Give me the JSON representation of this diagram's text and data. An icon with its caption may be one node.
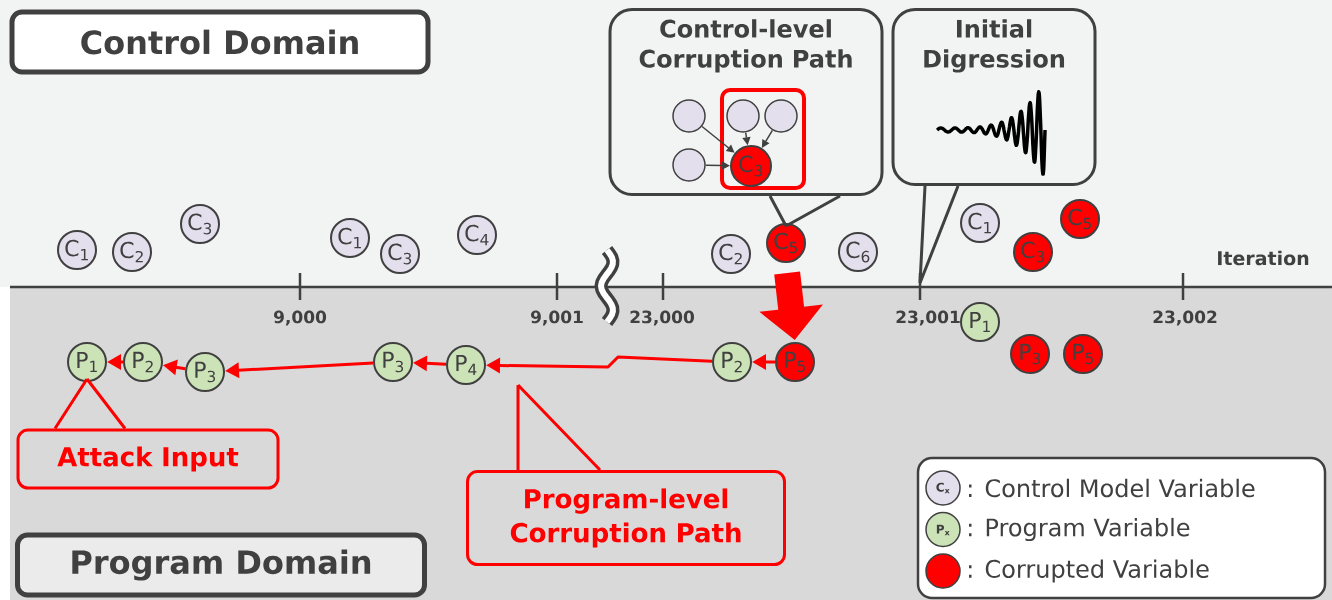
{
  "diagram": {
    "nodes": [
      {
        "text": [
          "Control Domain"
        ]
      },
      {
        "text": [
          "Control-level Corruption Path"
        ]
      },
      {
        "text": [],
        "shape": "box",
        "in": 1
      },
      {
        "text": [],
        "shape": "circle",
        "in": 1
      },
      {
        "text": [],
        "shape": "circle",
        "in": 2
      },
      {
        "text": [],
        "shape": "circle",
        "in": 2
      },
      {
        "text": [],
        "shape": "circle",
        "in": 1
      },
      {
        "text": [
          "C$_{3}$"
        ],
        "in": 2
      },
      {
        "text": [
          "Initial Digression"
        ]
      },
      {
        "text": [
          "C$_{1}$"
        ]
      },
      {
        "text": [
          "C$_{2}$"
        ]
      },
      {
        "text": [
          "C$_{3}$"
        ]
      },
      {
        "text": [
          "C$_{1}$"
        ]
      },
      {
        "text": [
          "C$_{3}$"
        ]
      },
      {
        "text": [
          "C$_{4}$"
        ]
      },
      {
        "text": [
          "C$_{2}$"
        ]
      },
      {
        "text": [
          "C$_{5}$"
        ]
      },
      {
        "text": [
          "C$_{6}$"
        ]
      },
      {
        "text": [
          "C$_{1}$"
        ]
      },
      {
        "text": [
          "C$_{3}$"
        ]
      },
      {
        "text": [
          "C$_{5}$"
        ]
      },
      {
        "text": [
          "P$_{1}$"
        ]
      },
      {
        "text": [
          "P$_{2}$"
        ]
      },
      {
        "text": [
          "P$_{3}$"
        ]
      },
      {
        "text": [
          "P$_{3}$"
        ]
      },
      {
        "text": [
          "P$_{4}$"
        ]
      },
      {
        "text": [
          "P$_{2}$"
        ]
      },
      {
        "text": [
          "P$_{5}$"
        ]
      },
      {
        "text": [
          "P$_{1}$"
        ]
      },
      {
        "text": [
          "P$_{3}$"
        ]
      },
      {
        "text": [
          "P$_{5}$"
        ]
      },
      {
        "text": [
          "Attack Input"
        ]
      },
      {
        "text": [
          "Program-level Corruption Path"
        ]
      },
      {
        "text": [
          "Program Domain"
        ]
      }
    ],
    "edges": [
      {
        "from": 3,
        "to": 7,
        "arrow": "to",
        "color": "#404040"
      },
      {
        "from": 4,
        "to": 7,
        "arrow": "to",
        "color": "#404040"
      },
      {
        "from": 5,
        "to": 7,
        "arrow": "to",
        "color": "#404040"
      },
      {
        "from": 6,
        "to": 7,
        "arrow": "to",
        "color": "#404040"
      },
      {
        "from": 1,
        "to": 16,
        "arrow": "none",
        "color": "#404040"
      },
      {
        "from": 8,
        "to": null,
        "arrow": "none",
        "color": "#404040"
      },
      {
        "from": 16,
        "to": 27,
        "arrow": "to",
        "style": "thick"
      },
      {
        "from": 27,
        "to": 26,
        "arrow": "to"
      },
      {
        "from": 26,
        "to": 25,
        "arrow": "to"
      },
      {
        "from": 25,
        "to": 24,
        "arrow": "to"
      },
      {
        "from": 24,
        "to": 23,
        "arrow": "to"
      },
      {
        "from": 23,
        "to": 22,
        "arrow": "to"
      },
      {
        "from": 22,
        "to": 21,
        "arrow": "to"
      },
      {
        "from": 31,
        "to": 21,
        "arrow": "none"
      },
      {
        "from": 32,
        "to": null,
        "arrow": "none"
      }
    ],
    "labels": [
      "Iteration",
      "9,000",
      "9,001",
      "23,000",
      "23,001",
      "23,002",
      "C$_{x}$",
      "P$_{x}$"
    ],
    "legend": [
      {
        "text": ": Control Model Variable",
        "color": "#e3dfed"
      },
      {
        "text": ": Program Variable",
        "color": "#cce3b7"
      },
      {
        "text": ": Corrupted Variable",
        "color": "#ff0000"
      }
    ]
  }
}
